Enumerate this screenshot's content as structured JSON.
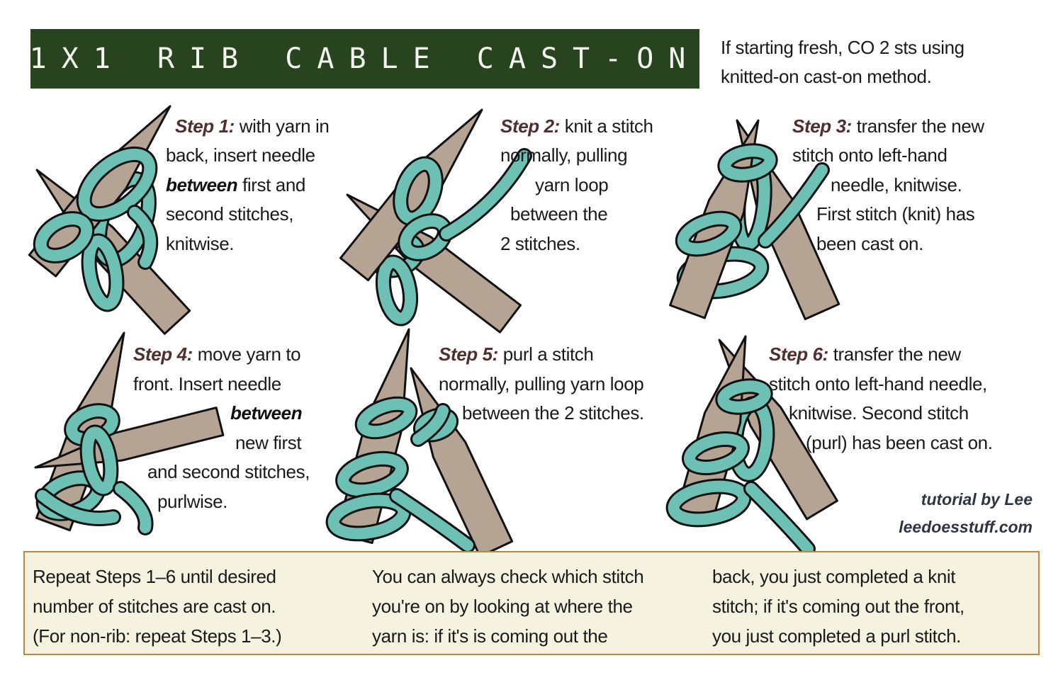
{
  "title": "1X1 RIB CABLE CAST-ON",
  "intro": [
    "If starting fresh, CO 2 sts using",
    "knitted-on cast-on method."
  ],
  "steps": [
    {
      "label": "Step 1:",
      "lines": [
        "with yarn in",
        "back, insert needle",
        "",
        "second stitches,",
        "knitwise."
      ],
      "bold_word": "between",
      "bold_rest": "first and"
    },
    {
      "label": "Step 2:",
      "lines": [
        "knit a stitch",
        "normally, pulling",
        "yarn loop",
        "between the",
        "2 stitches."
      ]
    },
    {
      "label": "Step 3:",
      "lines": [
        "transfer the new",
        "stitch onto left-hand",
        "needle, knitwise.",
        "First stitch (knit) has",
        "been cast on."
      ]
    },
    {
      "label": "Step 4:",
      "lines": [
        "move yarn to",
        "front. Insert needle",
        "between",
        "new first",
        "and second stitches,",
        "purlwise."
      ]
    },
    {
      "label": "Step 5:",
      "lines": [
        "purl a stitch",
        "normally, pulling yarn loop",
        "between the 2 stitches."
      ]
    },
    {
      "label": "Step 6:",
      "lines": [
        "transfer the new",
        "stitch onto left-hand needle,",
        "knitwise. Second stitch",
        "(purl) has been cast on."
      ]
    }
  ],
  "credit": {
    "line1": "tutorial by Lee",
    "line2": "leedoesstuff.com"
  },
  "notes": {
    "col1": [
      "Repeat Steps 1–6 until desired",
      "number of stitches are cast on.",
      "(For non-rib: repeat Steps 1–3.)"
    ],
    "col2": [
      "You can always check which stitch",
      "you're on by looking at where the",
      "yarn is: if it's is coming out the"
    ],
    "col3": [
      "back, you just completed a knit",
      "stitch; if it's coming out the front,",
      "you just completed a purl stitch."
    ]
  },
  "colors": {
    "header_bg": "#28441f",
    "needle": "#b5a393",
    "yarn": "#6cc0b4",
    "step_label": "#4e3030",
    "note_bg": "#f5f3e0",
    "note_border": "#b98a3c"
  }
}
